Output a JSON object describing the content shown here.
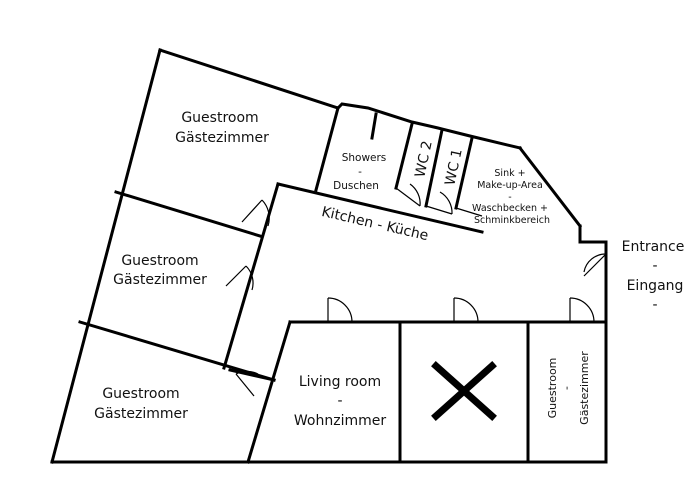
{
  "rooms": {
    "guestroom_top": {
      "line1": "Guestroom",
      "line2": "Gästezimmer"
    },
    "guestroom_mid": {
      "line1": "Guestroom",
      "line2": "Gästezimmer"
    },
    "guestroom_bottom": {
      "line1": "Guestroom",
      "line2": "Gästezimmer"
    },
    "showers": {
      "line1": "Showers",
      "line2": "-",
      "line3": "Duschen"
    },
    "wc2": {
      "label": "WC 2"
    },
    "wc1": {
      "label": "WC 1"
    },
    "sink": {
      "line1": "Sink +",
      "line2": "Make-up-Area",
      "line3": "-",
      "line4": "Waschbecken +",
      "line5": "Schminkbereich"
    },
    "kitchen": {
      "label": "Kitchen - Küche"
    },
    "entrance": {
      "line1": "Entrance",
      "line2": "-",
      "line3": "Eingang",
      "line4": "-"
    },
    "living": {
      "line1": "Living room",
      "line2": "-",
      "line3": "Wohnzimmer"
    },
    "guestroom_small": {
      "line1": "Guestroom",
      "line2": "-",
      "line3": "Gästezimmer"
    }
  },
  "marks": {
    "unavailable": "cross-mark"
  },
  "colors": {
    "wall": "#000000",
    "background": "#ffffff",
    "text": "#111111"
  }
}
